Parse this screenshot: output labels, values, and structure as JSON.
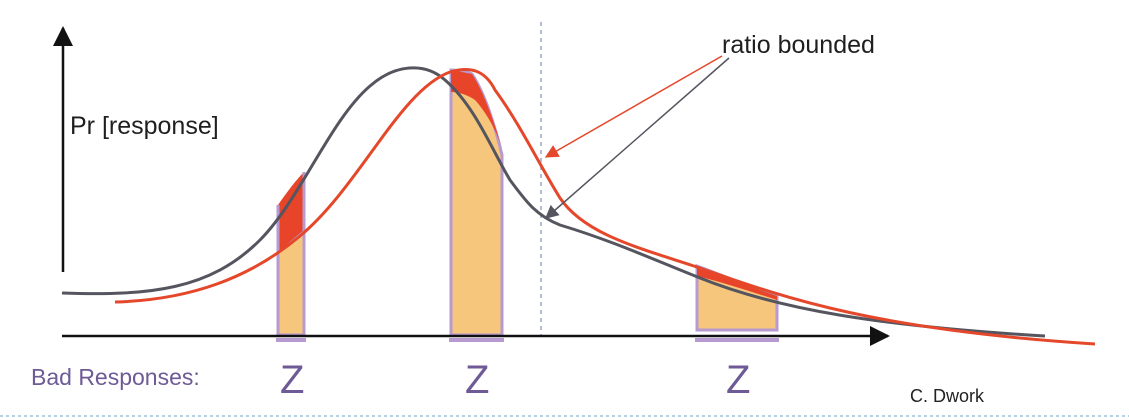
{
  "diagram": {
    "y_axis_label": "Pr [response]",
    "annotation": "ratio bounded",
    "bad_responses_label": "Bad Responses:",
    "bad_marker": "Z",
    "credit": "C. Dwork"
  },
  "colors": {
    "curve_a": "#55555f",
    "curve_b": "#e5472a",
    "bad_region_fill": "#f6c67c",
    "bad_region_edge": "#b79ad0",
    "ratio_gap_fill": "#e8442a",
    "axis": "#111111",
    "marker_text": "#6e5a96"
  }
}
